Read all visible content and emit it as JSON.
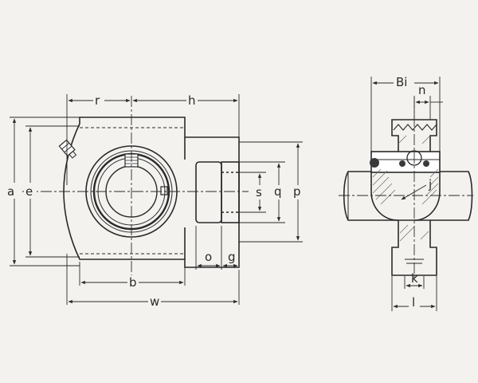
{
  "colors": {
    "background": "#f4f2ef",
    "line": "#2a2a2a",
    "hatch": "#6a6a6a",
    "dark_fill": "#3a3a3a"
  },
  "labels": {
    "r": "r",
    "h": "h",
    "a": "a",
    "e": "e",
    "s": "s",
    "q": "q",
    "p": "p",
    "o": "o",
    "g": "g",
    "b": "b",
    "w": "w",
    "bi": "Bi",
    "n": "n",
    "j": "j",
    "k": "k",
    "l": "l"
  }
}
